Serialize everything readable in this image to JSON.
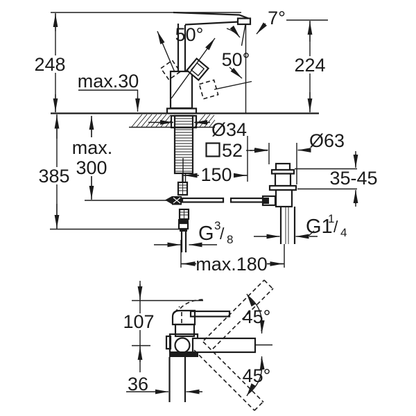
{
  "figure": {
    "type": "technical dimensional drawing",
    "subject": "single-lever basin mixer with pop-up waste",
    "views": [
      "side elevation with installation dimensions",
      "front elevation with swivel angles"
    ]
  },
  "labels": {
    "overall_height": "248",
    "deck_thickness": "max.30",
    "overall_depth": "385",
    "hose_depth_line1": "max.",
    "hose_depth_line2": "300",
    "lever_angle_left": "50°",
    "lever_angle_right": "50°",
    "stream_angle": "7°",
    "spout_height": "224",
    "hole_diameter": "Ø34",
    "body_square": "52",
    "spout_projection": "150",
    "waste_diameter": "Ø63",
    "basin_thickness": "35-45",
    "rod_length": "max.180",
    "front_height": "107",
    "pipe_width": "36",
    "swivel_top": "45°",
    "swivel_bottom": "45°",
    "g38": {
      "prefix": "G",
      "sup": "3",
      "slash": "/",
      "sub": "8"
    },
    "g114": {
      "prefix": "G1",
      "sup": "1",
      "slash": "/",
      "sub": "4"
    }
  }
}
